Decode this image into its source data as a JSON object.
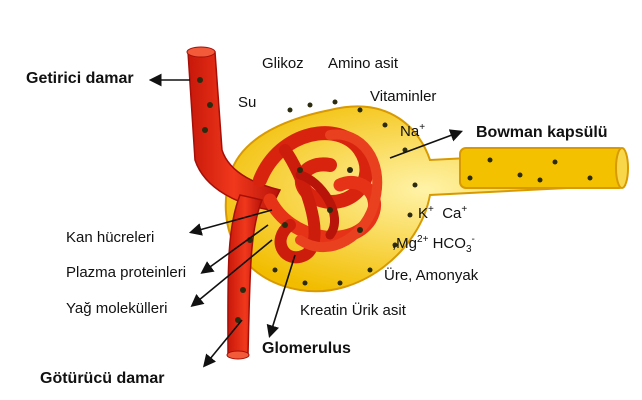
{
  "labels": {
    "getirici_damar": "Getirici damar",
    "su": "Su",
    "glikoz": "Glikoz",
    "amino_asit": "Amino asit",
    "vitaminler": "Vitaminler",
    "na": "Na",
    "na_charge": "+",
    "bowman_kapsulu": "Bowman kapsülü",
    "kan_hucreleri": "Kan hücreleri",
    "plazma_proteinleri": "Plazma proteinleri",
    "yag_molekulleri": "Yağ molekülleri",
    "gotürücü_damar": "Götürücü damar",
    "glomerulus": "Glomerulus",
    "k": "K",
    "k_charge": "+",
    "ca": "Ca",
    "ca_charge": "+",
    "mg_prefix": ",Mg",
    "mg_charge": "2+",
    "hco": "HCO",
    "hco_sub": "3",
    "hco_charge": "-",
    "ure_amonyak": "Üre, Amonyak",
    "kreatin_urik": "Kreatin  Ürik asit"
  },
  "colors": {
    "capsule": "#f5c400",
    "capsule_light": "#fbe97a",
    "vessel": "#e0220f",
    "vessel_dark": "#b5120a",
    "arrow": "#111111"
  }
}
